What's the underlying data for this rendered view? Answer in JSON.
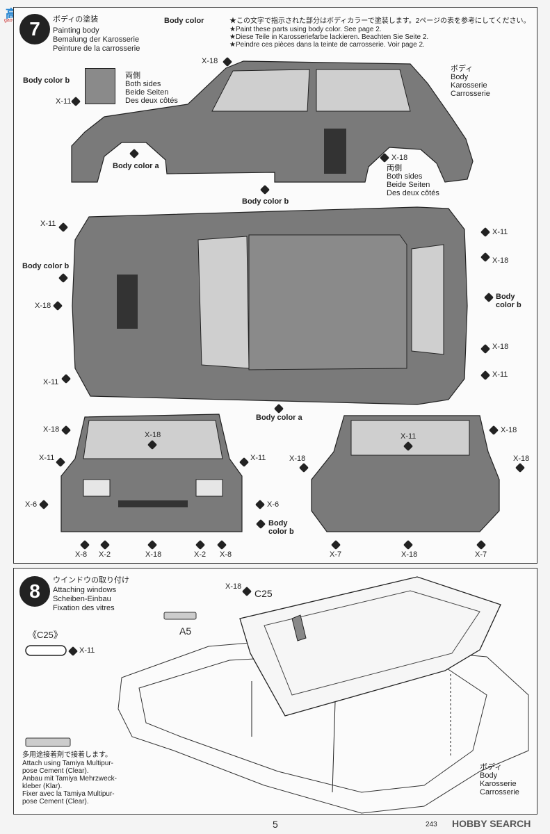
{
  "watermark": {
    "logo_text": "高手",
    "domain": "gao-shou.com"
  },
  "step7": {
    "number": "7",
    "title_ja": "ボディの塗装",
    "title_en": "Painting body",
    "title_de": "Bemalung der Karosserie",
    "title_fr": "Peinture de la carrosserie",
    "note_label": "Body color",
    "note_ja": "★この文字で指示された部分はボディカラーで塗装します。2ページの表を参考にしてください。",
    "note_en": "★Paint these parts using body color. See page 2.",
    "note_de": "★Diese Teile in Karosseriefarbe lackieren. Beachten Sie Seite 2.",
    "note_fr": "★Peindre ces pièces dans la teinte de carrosserie. Voir page 2.",
    "labels": {
      "x18": "X-18",
      "x11": "X-11",
      "x6": "X-6",
      "x8": "X-8",
      "x2": "X-2",
      "x7": "X-7",
      "body_color_a": "Body color a",
      "body_color_b": "Body color b",
      "body_color": "Body",
      "color_b": "color b",
      "both_ja": "両側",
      "both_en": "Both sides",
      "both_de": "Beide Seiten",
      "both_fr": "Des deux côtés",
      "body_ja": "ボディ",
      "body_en": "Body",
      "body_de": "Karosserie",
      "body_fr": "Carrosserie"
    }
  },
  "step8": {
    "number": "8",
    "title_ja": "ウインドウの取り付け",
    "title_en": "Attaching windows",
    "title_de": "Scheiben-Einbau",
    "title_fr": "Fixation des vitres",
    "part_c25": "C25",
    "part_c25_bracket": "《C25》",
    "part_a5": "A5",
    "x18": "X-18",
    "x11": "X-11",
    "cement_ja": "多用途接着剤で接着します。",
    "cement_en1": "Attach using Tamiya Multipur-",
    "cement_en2": "pose Cement (Clear).",
    "cement_de1": "Anbau mit Tamiya Mehrzweck-",
    "cement_de2": "kleber (Klar).",
    "cement_fr1": "Fixer avec la Tamiya Multipur-",
    "cement_fr2": "pose Cement (Clear).",
    "body_ja": "ボディ",
    "body_en": "Body",
    "body_de": "Karosserie",
    "body_fr": "Carrosserie"
  },
  "footer": {
    "page": "5",
    "code": "243",
    "brand": "HOBBY SEARCH"
  }
}
